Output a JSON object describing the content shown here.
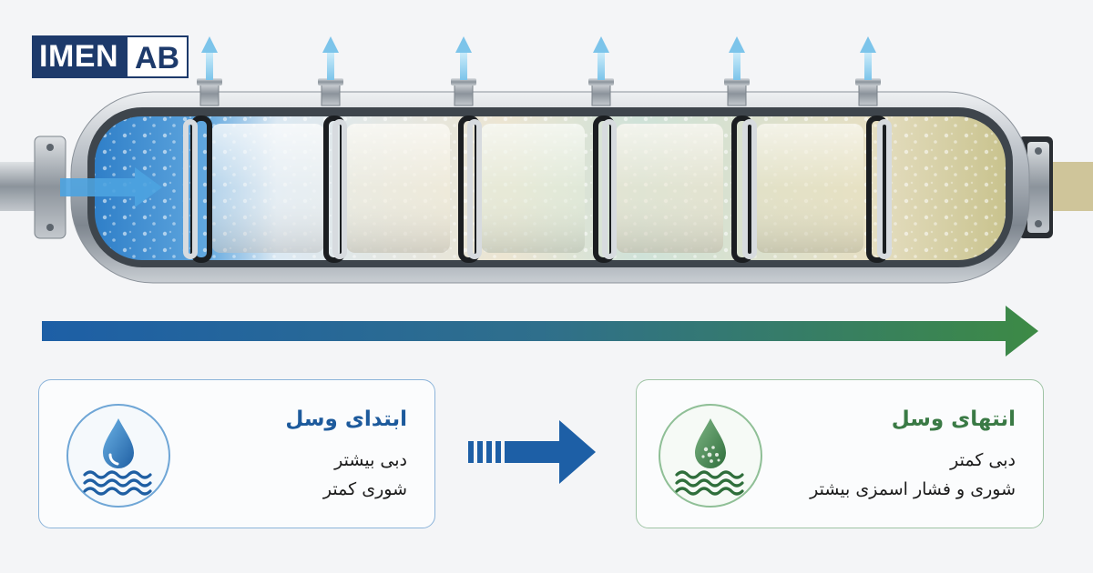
{
  "logo": {
    "text_main": "IMEN",
    "text_tail": "AB"
  },
  "colors": {
    "blue": "#1d5a9c",
    "green": "#3a7a45",
    "logo_navy": "#1d3a6b"
  },
  "flow_direction": "left-to-right",
  "left_card": {
    "title": "ابتدای وسل",
    "lines": [
      "دبی بیشتر",
      "شوری کمتر"
    ],
    "icon": "water-drop-waves-icon"
  },
  "right_card": {
    "title": "انتهای وسل",
    "lines": [
      "دبی کمتر",
      "شوری و فشار اسمزی بیشتر"
    ],
    "icon": "contaminated-drop-waves-icon"
  }
}
